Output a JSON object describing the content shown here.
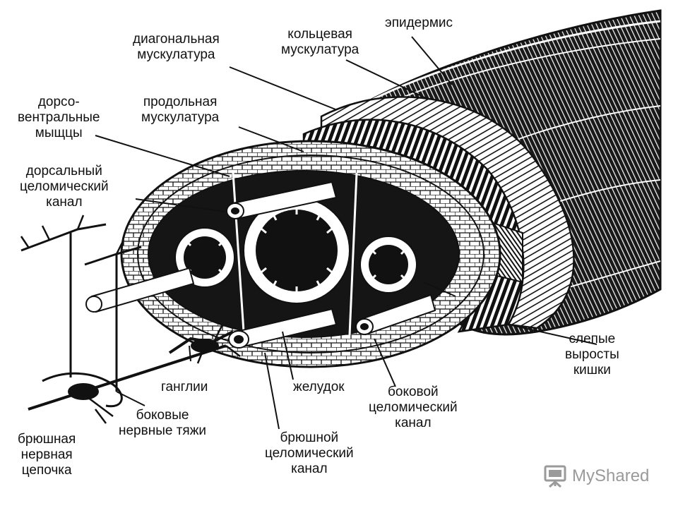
{
  "labels": {
    "epidermis": "эпидермис",
    "circular_muscles": [
      "кольцевая",
      "мускулатура"
    ],
    "diagonal_muscles": [
      "диагональная",
      "мускулатура"
    ],
    "longitudinal_muscles": [
      "продольная",
      "мускулатура"
    ],
    "dorsoventral_muscles": [
      "дорсо-",
      "вентральные",
      "мыщцы"
    ],
    "dorsal_coelomic_canal": [
      "дорсальный",
      "целомический",
      "канал"
    ],
    "ganglia": "ганглии",
    "lateral_nerve_cords": [
      "боковые",
      "нервные тяжи"
    ],
    "ventral_nerve_chain": [
      "брюшная",
      "нервная",
      "цепочка"
    ],
    "stomach": "желудок",
    "ventral_coelomic_canal": [
      "брюшной",
      "целомический",
      "канал"
    ],
    "lateral_coelomic_canal": [
      "боковой",
      "целомический",
      "канал"
    ],
    "intestinal_caeca": [
      "слепые",
      "выросты",
      "кишки"
    ]
  },
  "watermark": {
    "text": "MyShared",
    "icon": "presentation-board-icon"
  },
  "colors": {
    "ink": "#111111",
    "paper": "#ffffff",
    "watermark": "#9a9a9a"
  }
}
